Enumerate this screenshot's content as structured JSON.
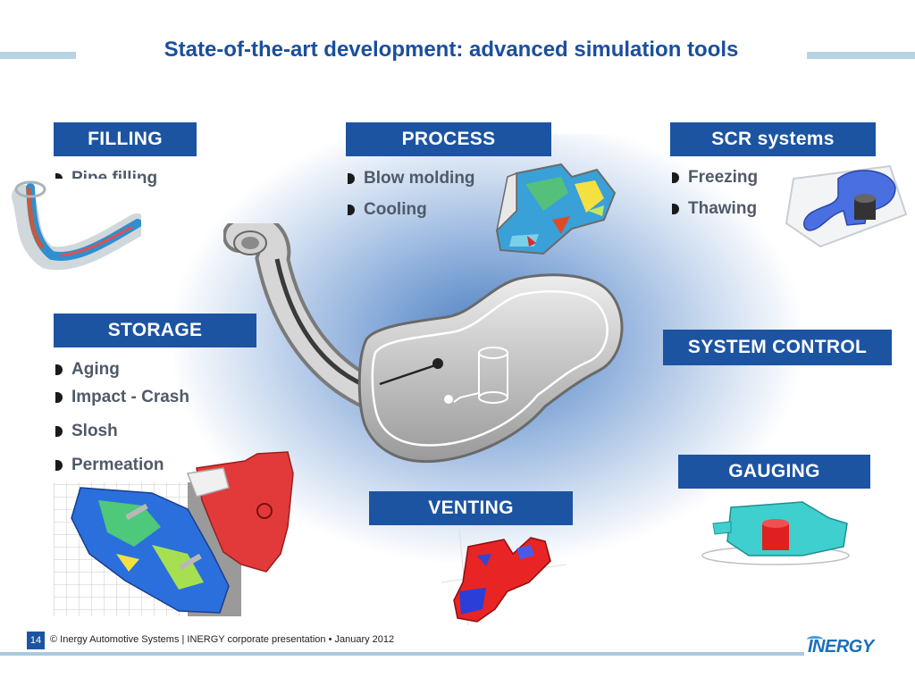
{
  "title": "State-of-the-art development: advanced simulation tools",
  "sections": {
    "filling": {
      "label": "FILLING",
      "items": [
        "Pipe filling"
      ]
    },
    "process": {
      "label": "PROCESS",
      "items": [
        "Blow molding",
        "Cooling"
      ]
    },
    "scr": {
      "label": "SCR systems",
      "items": [
        "Freezing",
        "Thawing"
      ]
    },
    "storage": {
      "label": "STORAGE",
      "items": [
        "Aging",
        "Impact - Crash",
        "Slosh",
        "Permeation"
      ]
    },
    "system_control": {
      "label": "SYSTEM CONTROL"
    },
    "gauging": {
      "label": "GAUGING"
    },
    "venting": {
      "label": "VENTING"
    }
  },
  "footer": {
    "page": "14",
    "text": "© Inergy Automotive Systems | INERGY  corporate presentation • January 2012",
    "logo": "INERGY"
  },
  "colors": {
    "brand_blue": "#1c54a2",
    "title_blue": "#1a4f9c",
    "accent_line": "#b8d3e3"
  },
  "images": [
    "pipe-filling-simulation",
    "blow-molding-simulation",
    "scr-freezing-simulation",
    "fuel-tank-diagram",
    "storage-aging-simulation",
    "venting-simulation",
    "gauging-simulation"
  ]
}
